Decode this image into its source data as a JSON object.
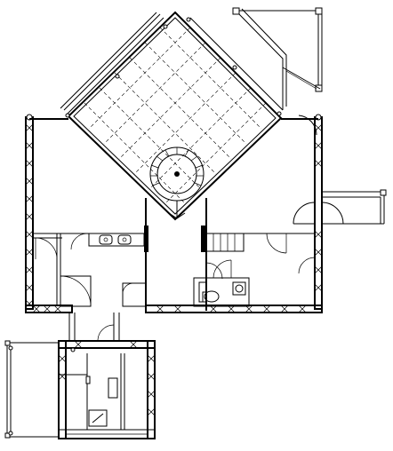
{
  "drawing": {
    "type": "architectural floor plan",
    "line_color": "#000000",
    "background_color": "#ffffff",
    "rooms": [
      "diamond-room",
      "spiral-staircase",
      "left-wing",
      "right-wing",
      "kitchen-counter",
      "bathroom",
      "lower-annex",
      "upper-right-terrace",
      "right-balcony"
    ],
    "icons": [
      "spiral-stair-icon",
      "toilet-icon",
      "sink-icon",
      "door-swing-icon"
    ]
  }
}
